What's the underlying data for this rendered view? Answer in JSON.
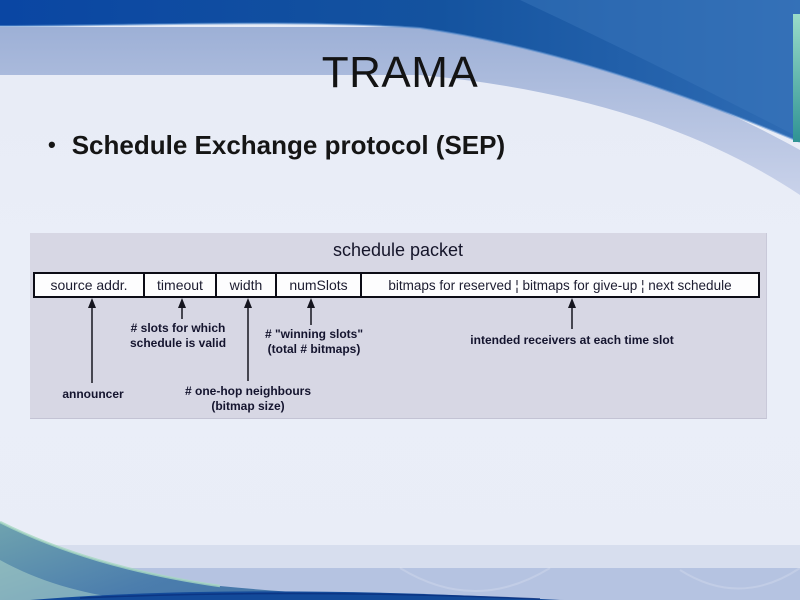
{
  "slide": {
    "title": "TRAMA",
    "bullet": {
      "marker": "•",
      "text": "Schedule Exchange protocol (SEP)"
    }
  },
  "diagram": {
    "title": "schedule packet",
    "packet_fields": [
      {
        "label": "source addr."
      },
      {
        "label": "timeout"
      },
      {
        "label": "width"
      },
      {
        "label": "numSlots"
      },
      {
        "label": "bitmaps for reserved ¦ bitmaps for give-up ¦ next schedule"
      }
    ],
    "annotations": [
      {
        "target": "source addr.",
        "line1": "announcer",
        "line2": ""
      },
      {
        "target": "timeout",
        "line1": "# slots for which",
        "line2": "schedule is valid"
      },
      {
        "target": "width",
        "line1": "# one-hop neighbours",
        "line2": "(bitmap size)"
      },
      {
        "target": "numSlots",
        "line1": "# \"winning slots\"",
        "line2": "(total # bitmaps)"
      },
      {
        "target": "bitmaps",
        "line1": "intended receivers at each time slot",
        "line2": ""
      }
    ]
  },
  "colors": {
    "top_bar_blue": "#0c4aa6",
    "swoosh_blue": "#2a69b3",
    "header_band": "#a9b9dc",
    "content_bg": "#e9edf7",
    "panel_bg": "#d7d7e4",
    "bottom_band_light": "#d7deee",
    "bottom_band_dark": "#b5c3e1",
    "teal_accent": "#7cc7ba",
    "bottom_swoosh_navy": "#134a9a"
  }
}
